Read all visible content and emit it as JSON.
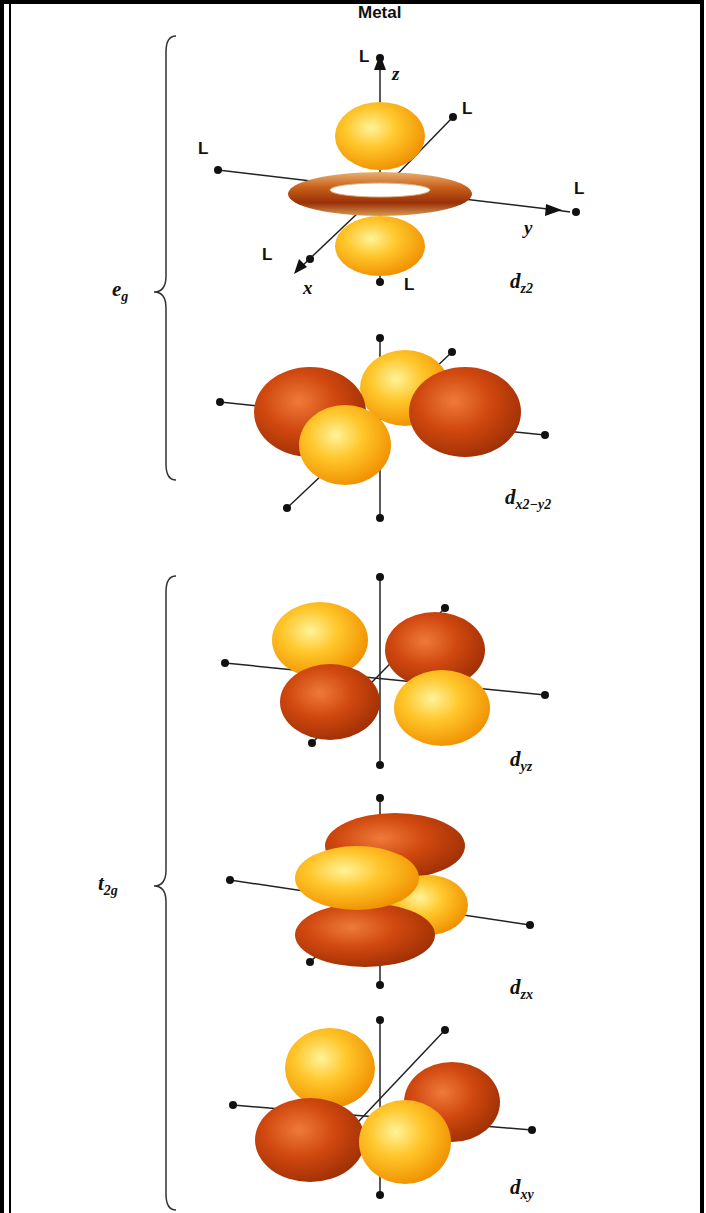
{
  "diagram": {
    "title": "Metal",
    "labels": [
      "L",
      "z",
      "L",
      "L",
      "L",
      "y",
      "L",
      "x",
      "L",
      "eg",
      "dz2",
      "dx2−y2",
      "t2g",
      "dyz",
      "dzx",
      "dxy"
    ]
  }
}
